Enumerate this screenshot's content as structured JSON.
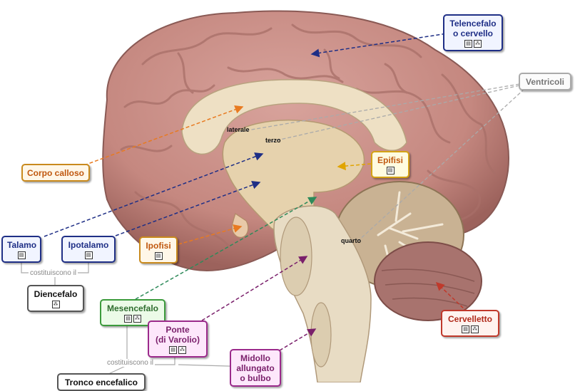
{
  "nodes": {
    "telencefalo": [
      "Telencefalo",
      "o cervello"
    ],
    "ventricoli": "Ventricoli",
    "corpo_calloso": "Corpo calloso",
    "epifisi": "Epifisi",
    "talamo": "Talamo",
    "ipotalamo": "Ipotalamo",
    "ipofisi": "Ipofisi",
    "diencefalo": "Diencefalo",
    "mesencefalo": "Mesencefalo",
    "ponte": [
      "Ponte",
      "(di Varolio)"
    ],
    "cervelletto": "Cervelletto",
    "midollo": [
      "Midollo",
      "allungato",
      "o bulbo"
    ],
    "tronco": "Tronco encefalico"
  },
  "link_labels": {
    "diencefalo_link": "costituiscono il",
    "tronco_link": "costituiscono il"
  },
  "brain_labels": {
    "laterale": "laterale",
    "terzo": "terzo",
    "quarto": "quarto"
  },
  "icons": {
    "note": "note-icon",
    "map": "concept-map-icon"
  }
}
